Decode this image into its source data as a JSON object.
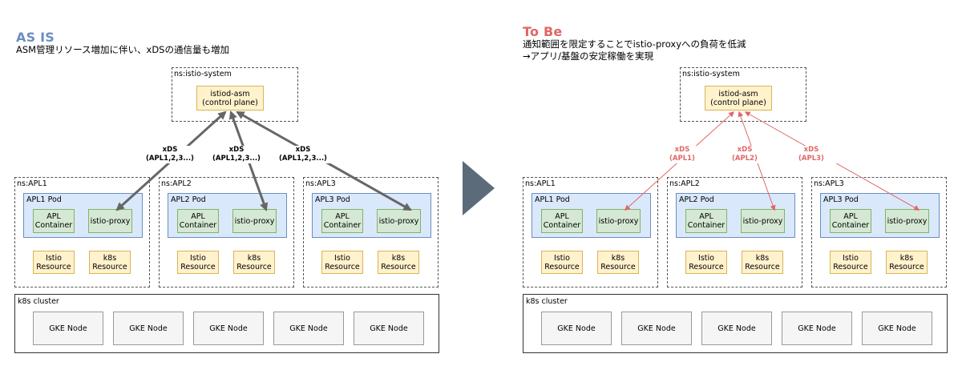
{
  "left": {
    "title": "AS IS",
    "subtitle": "ASM管理リソース増加に伴い、xDSの通信量も増加",
    "system_ns": "ns:istio-system",
    "control_plane": [
      "istiod-asm",
      "(control plane)"
    ],
    "namespaces": [
      {
        "ns": "ns:APL1",
        "pod": "APL1 Pod"
      },
      {
        "ns": "ns:APL2",
        "pod": "APL2 Pod"
      },
      {
        "ns": "ns:APL3",
        "pod": "APL3 Pod"
      }
    ],
    "xds_labels": [
      [
        "xDS",
        "(APL1,2,3...)"
      ],
      [
        "xDS",
        "(APL1,2,3...)"
      ],
      [
        "xDS",
        "(APL1,2,3...)"
      ]
    ]
  },
  "right": {
    "title": "To Be",
    "subtitle_lines": [
      "通知範囲を限定することでistio-proxyへの負荷を低減",
      "→アプリ/基盤の安定稼働を実現"
    ],
    "system_ns": "ns:istio-system",
    "control_plane": [
      "istiod-asm",
      "(control plane)"
    ],
    "namespaces": [
      {
        "ns": "ns:APL1",
        "pod": "APL1 Pod"
      },
      {
        "ns": "ns:APL2",
        "pod": "APL2 Pod"
      },
      {
        "ns": "ns:APL3",
        "pod": "APL3 Pod"
      }
    ],
    "xds_labels": [
      [
        "xDS",
        "(APL1)"
      ],
      [
        "xDS",
        "(APL2)"
      ],
      [
        "xDS",
        "(APL3)"
      ]
    ]
  },
  "common": {
    "apl_container": [
      "APL",
      "Container"
    ],
    "istio_proxy": "istio-proxy",
    "istio_resource": [
      "Istio",
      "Resource"
    ],
    "k8s_resource": [
      "k8s",
      "Resource"
    ],
    "cluster_label": "k8s cluster",
    "node_label": "GKE Node",
    "node_count": 5
  },
  "colors": {
    "left_title": "#6c8ebf",
    "right_title": "#e06666",
    "left_arrow": "#666666",
    "right_arrow": "#e06666",
    "transition_arrow": "#5b6b7a"
  }
}
